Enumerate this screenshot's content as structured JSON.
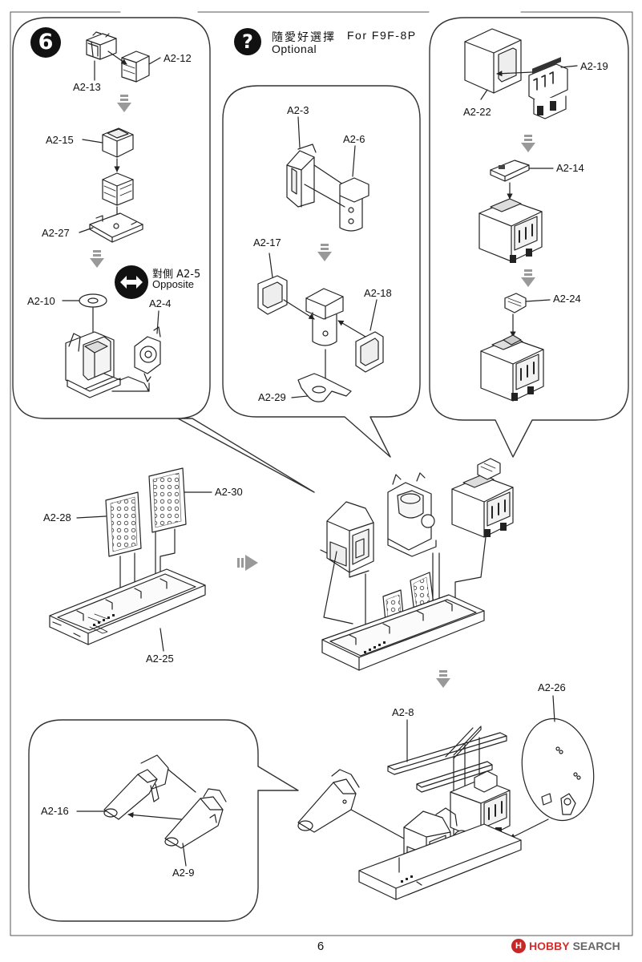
{
  "step": {
    "number": "6"
  },
  "optional": {
    "icon": "?",
    "cjk": "隨愛好選擇",
    "for_model": "For F9F-8P",
    "english": "Optional"
  },
  "opposite": {
    "cjk": "對側 A2-5",
    "english": "Opposite"
  },
  "parts": {
    "a2_12": "A2-12",
    "a2_13": "A2-13",
    "a2_15": "A2-15",
    "a2_27": "A2-27",
    "a2_10": "A2-10",
    "a2_4": "A2-4",
    "a2_3": "A2-3",
    "a2_6": "A2-6",
    "a2_17": "A2-17",
    "a2_18": "A2-18",
    "a2_29": "A2-29",
    "a2_19": "A2-19",
    "a2_22": "A2-22",
    "a2_14": "A2-14",
    "a2_24": "A2-24",
    "a2_28": "A2-28",
    "a2_30": "A2-30",
    "a2_25": "A2-25",
    "a2_8": "A2-8",
    "a2_26": "A2-26",
    "a2_16": "A2-16",
    "a2_9": "A2-9"
  },
  "page": {
    "number": "6"
  },
  "watermark": {
    "logo_text": "H",
    "word1": "HOBBY",
    "word2": "SEARCH"
  }
}
